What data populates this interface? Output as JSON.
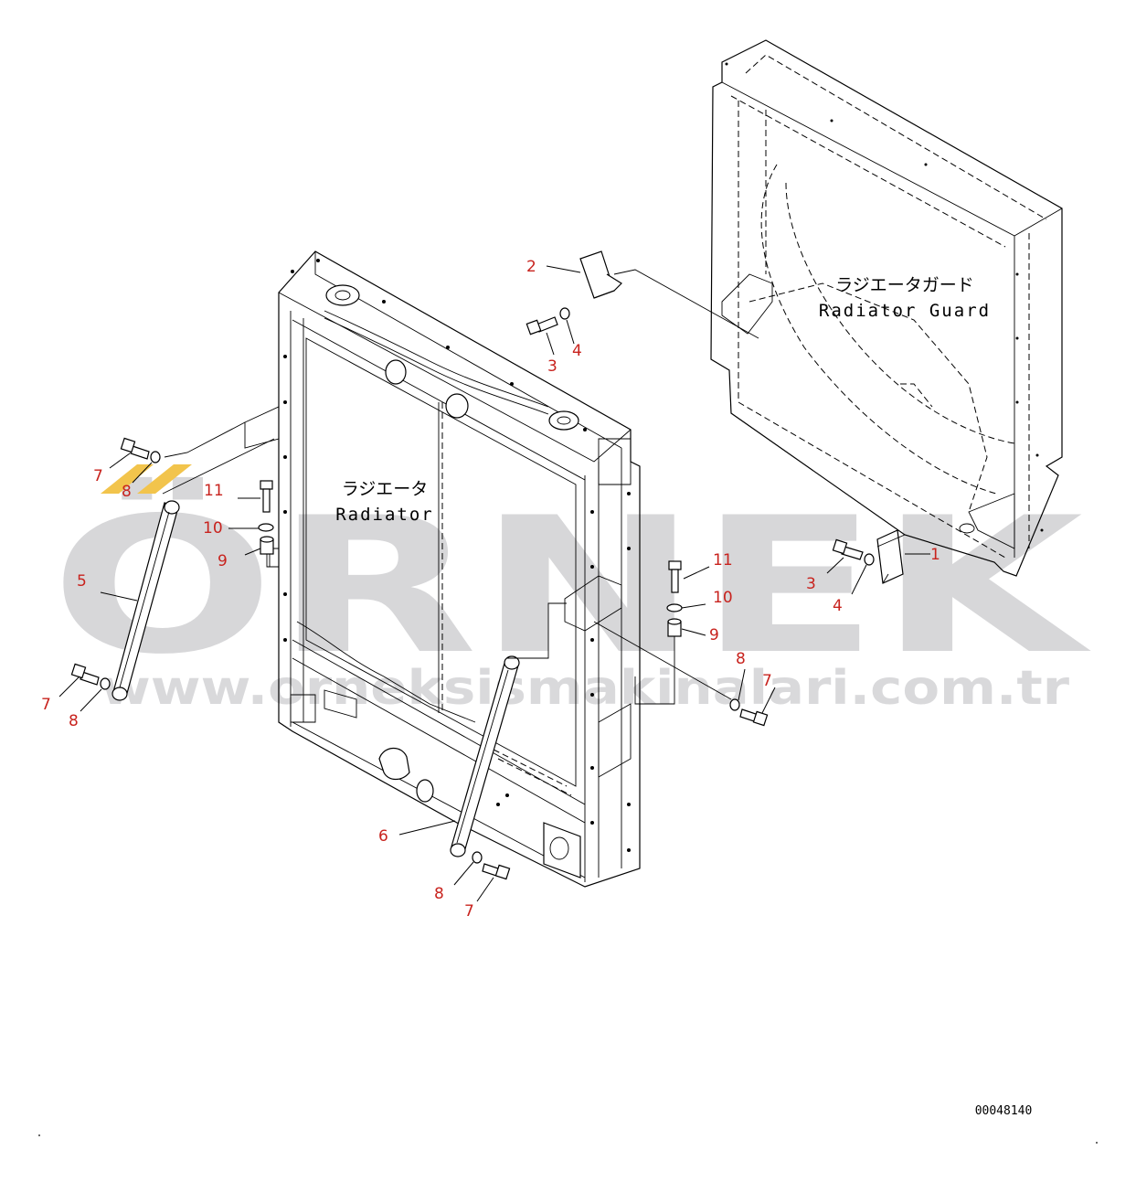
{
  "watermark": {
    "brand": "ÖRNEK",
    "url": "www.orneksismakinalari.com.tr",
    "colors": {
      "brand": "#d7d7d9",
      "accent": "#f2c44c"
    }
  },
  "drawing_number": "00048140",
  "assemblies": {
    "radiator": {
      "label_jp": "ラジエータ",
      "label_en": "Radiator"
    },
    "radiator_guard": {
      "label_jp": "ラジエータガード",
      "label_en": "Radiator Guard"
    }
  },
  "callouts": [
    {
      "id": "c1",
      "num": "1"
    },
    {
      "id": "c2",
      "num": "2"
    },
    {
      "id": "c3a",
      "num": "3"
    },
    {
      "id": "c4a",
      "num": "4"
    },
    {
      "id": "c3b",
      "num": "3"
    },
    {
      "id": "c4b",
      "num": "4"
    },
    {
      "id": "c5",
      "num": "5"
    },
    {
      "id": "c6",
      "num": "6"
    },
    {
      "id": "c7a",
      "num": "7"
    },
    {
      "id": "c8a",
      "num": "8"
    },
    {
      "id": "c7b",
      "num": "7"
    },
    {
      "id": "c8b",
      "num": "8"
    },
    {
      "id": "c7c",
      "num": "7"
    },
    {
      "id": "c8c",
      "num": "8"
    },
    {
      "id": "c7d",
      "num": "7"
    },
    {
      "id": "c8d",
      "num": "8"
    },
    {
      "id": "c9a",
      "num": "9"
    },
    {
      "id": "c10a",
      "num": "10"
    },
    {
      "id": "c11a",
      "num": "11"
    },
    {
      "id": "c9b",
      "num": "9"
    },
    {
      "id": "c10b",
      "num": "10"
    },
    {
      "id": "c11b",
      "num": "11"
    }
  ],
  "colors": {
    "callout": "#c8231e",
    "line": "#000000",
    "background": "#ffffff"
  }
}
